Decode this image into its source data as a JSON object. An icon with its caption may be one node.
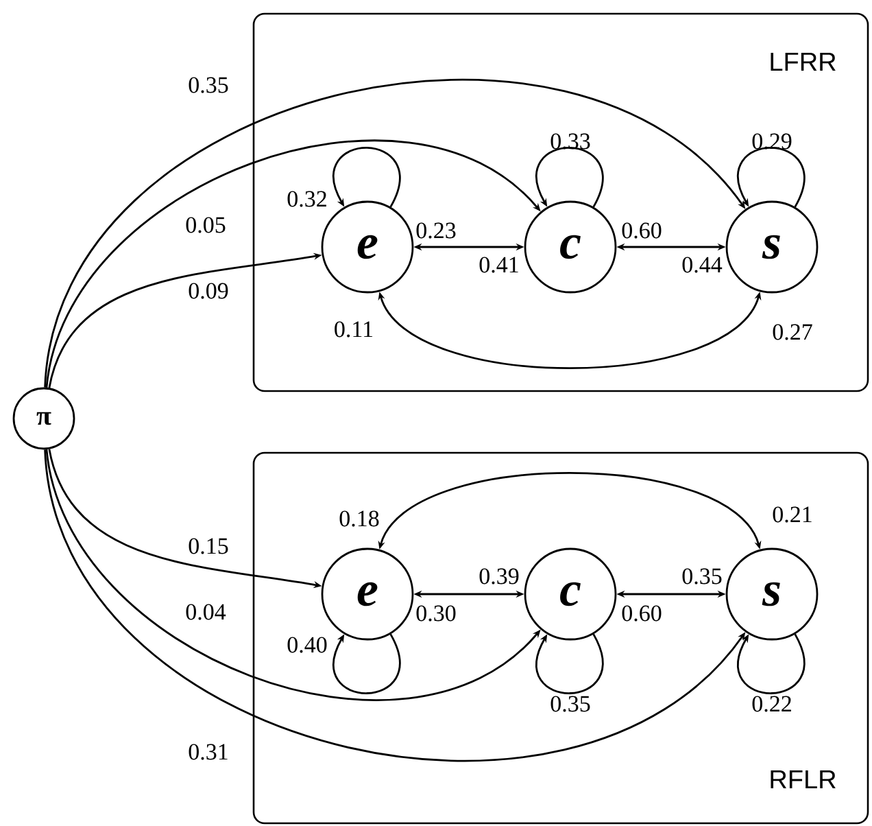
{
  "diagram": {
    "nodes": [
      {
        "text": [
          "π"
        ]
      },
      {
        "text": [
          "LFRR"
        ]
      },
      {
        "text": [
          "e"
        ],
        "in": 1
      },
      {
        "text": [
          "c"
        ],
        "in": 1
      },
      {
        "text": [
          "s"
        ],
        "in": 1
      },
      {
        "text": [
          "RFLR"
        ]
      },
      {
        "text": [
          "e"
        ],
        "in": 5
      },
      {
        "text": [
          "c"
        ],
        "in": 5
      },
      {
        "text": [
          "s"
        ],
        "in": 5
      }
    ],
    "edges": [
      {
        "from": 0,
        "to": 2,
        "arrow": "to",
        "label": "0.09"
      },
      {
        "from": 0,
        "to": 3,
        "arrow": "to",
        "label": "0.05"
      },
      {
        "from": 0,
        "to": 4,
        "arrow": "to",
        "label": "0.35"
      },
      {
        "from": 2,
        "to": 2,
        "arrow": "to",
        "label": "0.32"
      },
      {
        "from": 3,
        "to": 3,
        "arrow": "to",
        "label": "0.33"
      },
      {
        "from": 4,
        "to": 4,
        "arrow": "to",
        "label": "0.29"
      },
      {
        "from": 2,
        "to": 3,
        "arrow": "both",
        "label": "0.23"
      },
      {
        "from": 3,
        "to": 4,
        "arrow": "both",
        "label": "0.60"
      },
      {
        "from": 2,
        "to": 4,
        "arrow": "both",
        "label": "0.11"
      },
      {
        "from": 0,
        "to": 6,
        "arrow": "to",
        "label": "0.15"
      },
      {
        "from": 0,
        "to": 7,
        "arrow": "to",
        "label": "0.04"
      },
      {
        "from": 0,
        "to": 8,
        "arrow": "to",
        "label": "0.31"
      },
      {
        "from": 6,
        "to": 6,
        "arrow": "to",
        "label": "0.40"
      },
      {
        "from": 7,
        "to": 7,
        "arrow": "to",
        "label": "0.35"
      },
      {
        "from": 8,
        "to": 8,
        "arrow": "to",
        "label": "0.22"
      },
      {
        "from": 6,
        "to": 7,
        "arrow": "both",
        "label": "0.39"
      },
      {
        "from": 7,
        "to": 8,
        "arrow": "both",
        "label": "0.35"
      },
      {
        "from": 6,
        "to": 8,
        "arrow": "both",
        "label": "0.18"
      }
    ],
    "labels": [
      "0.41",
      "0.44",
      "0.27",
      "0.30",
      "0.60",
      "0.21"
    ]
  }
}
